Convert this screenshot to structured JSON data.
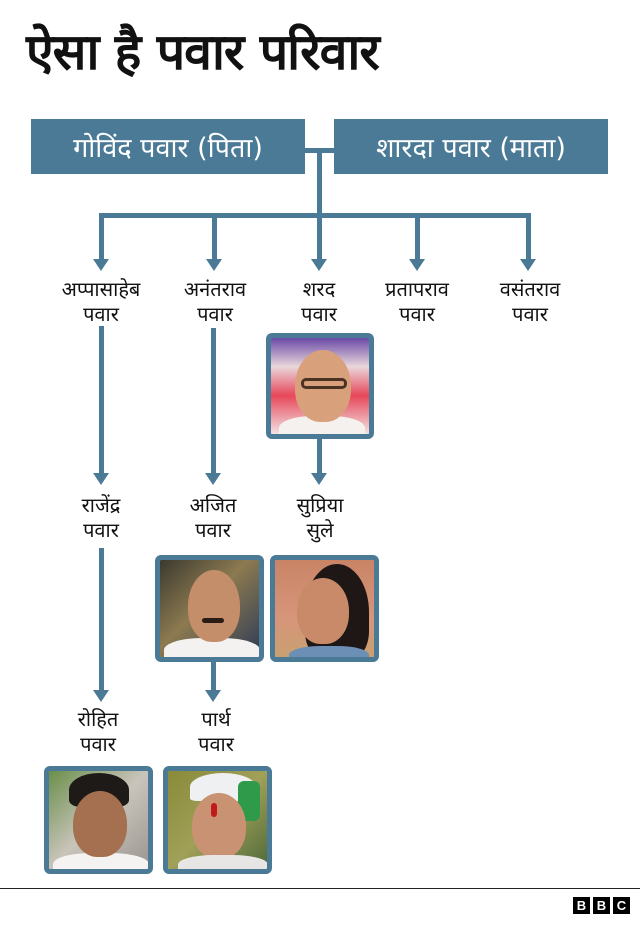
{
  "title": "ऐसा है पवार परिवार",
  "parents": {
    "father": "गोविंद पवार (पिता)",
    "mother": "शारदा पवार (माता)"
  },
  "generation1": [
    {
      "line1": "अप्पासाहेब",
      "line2": "पवार"
    },
    {
      "line1": "अनंतराव",
      "line2": "पवार"
    },
    {
      "line1": "शरद",
      "line2": "पवार"
    },
    {
      "line1": "प्रतापराव",
      "line2": "पवार"
    },
    {
      "line1": "वसंतराव",
      "line2": "पवार"
    }
  ],
  "generation2": [
    {
      "line1": "राजेंद्र",
      "line2": "पवार"
    },
    {
      "line1": "अजित",
      "line2": "पवार"
    },
    {
      "line1": "सुप्रिया",
      "line2": "सुले"
    }
  ],
  "generation3": [
    {
      "line1": "रोहित",
      "line2": "पवार"
    },
    {
      "line1": "पार्थ",
      "line2": "पवार"
    }
  ],
  "colors": {
    "accent": "#4b7a96",
    "text": "#111111",
    "background": "#ffffff"
  },
  "footer": {
    "logo": [
      "B",
      "B",
      "C"
    ]
  }
}
